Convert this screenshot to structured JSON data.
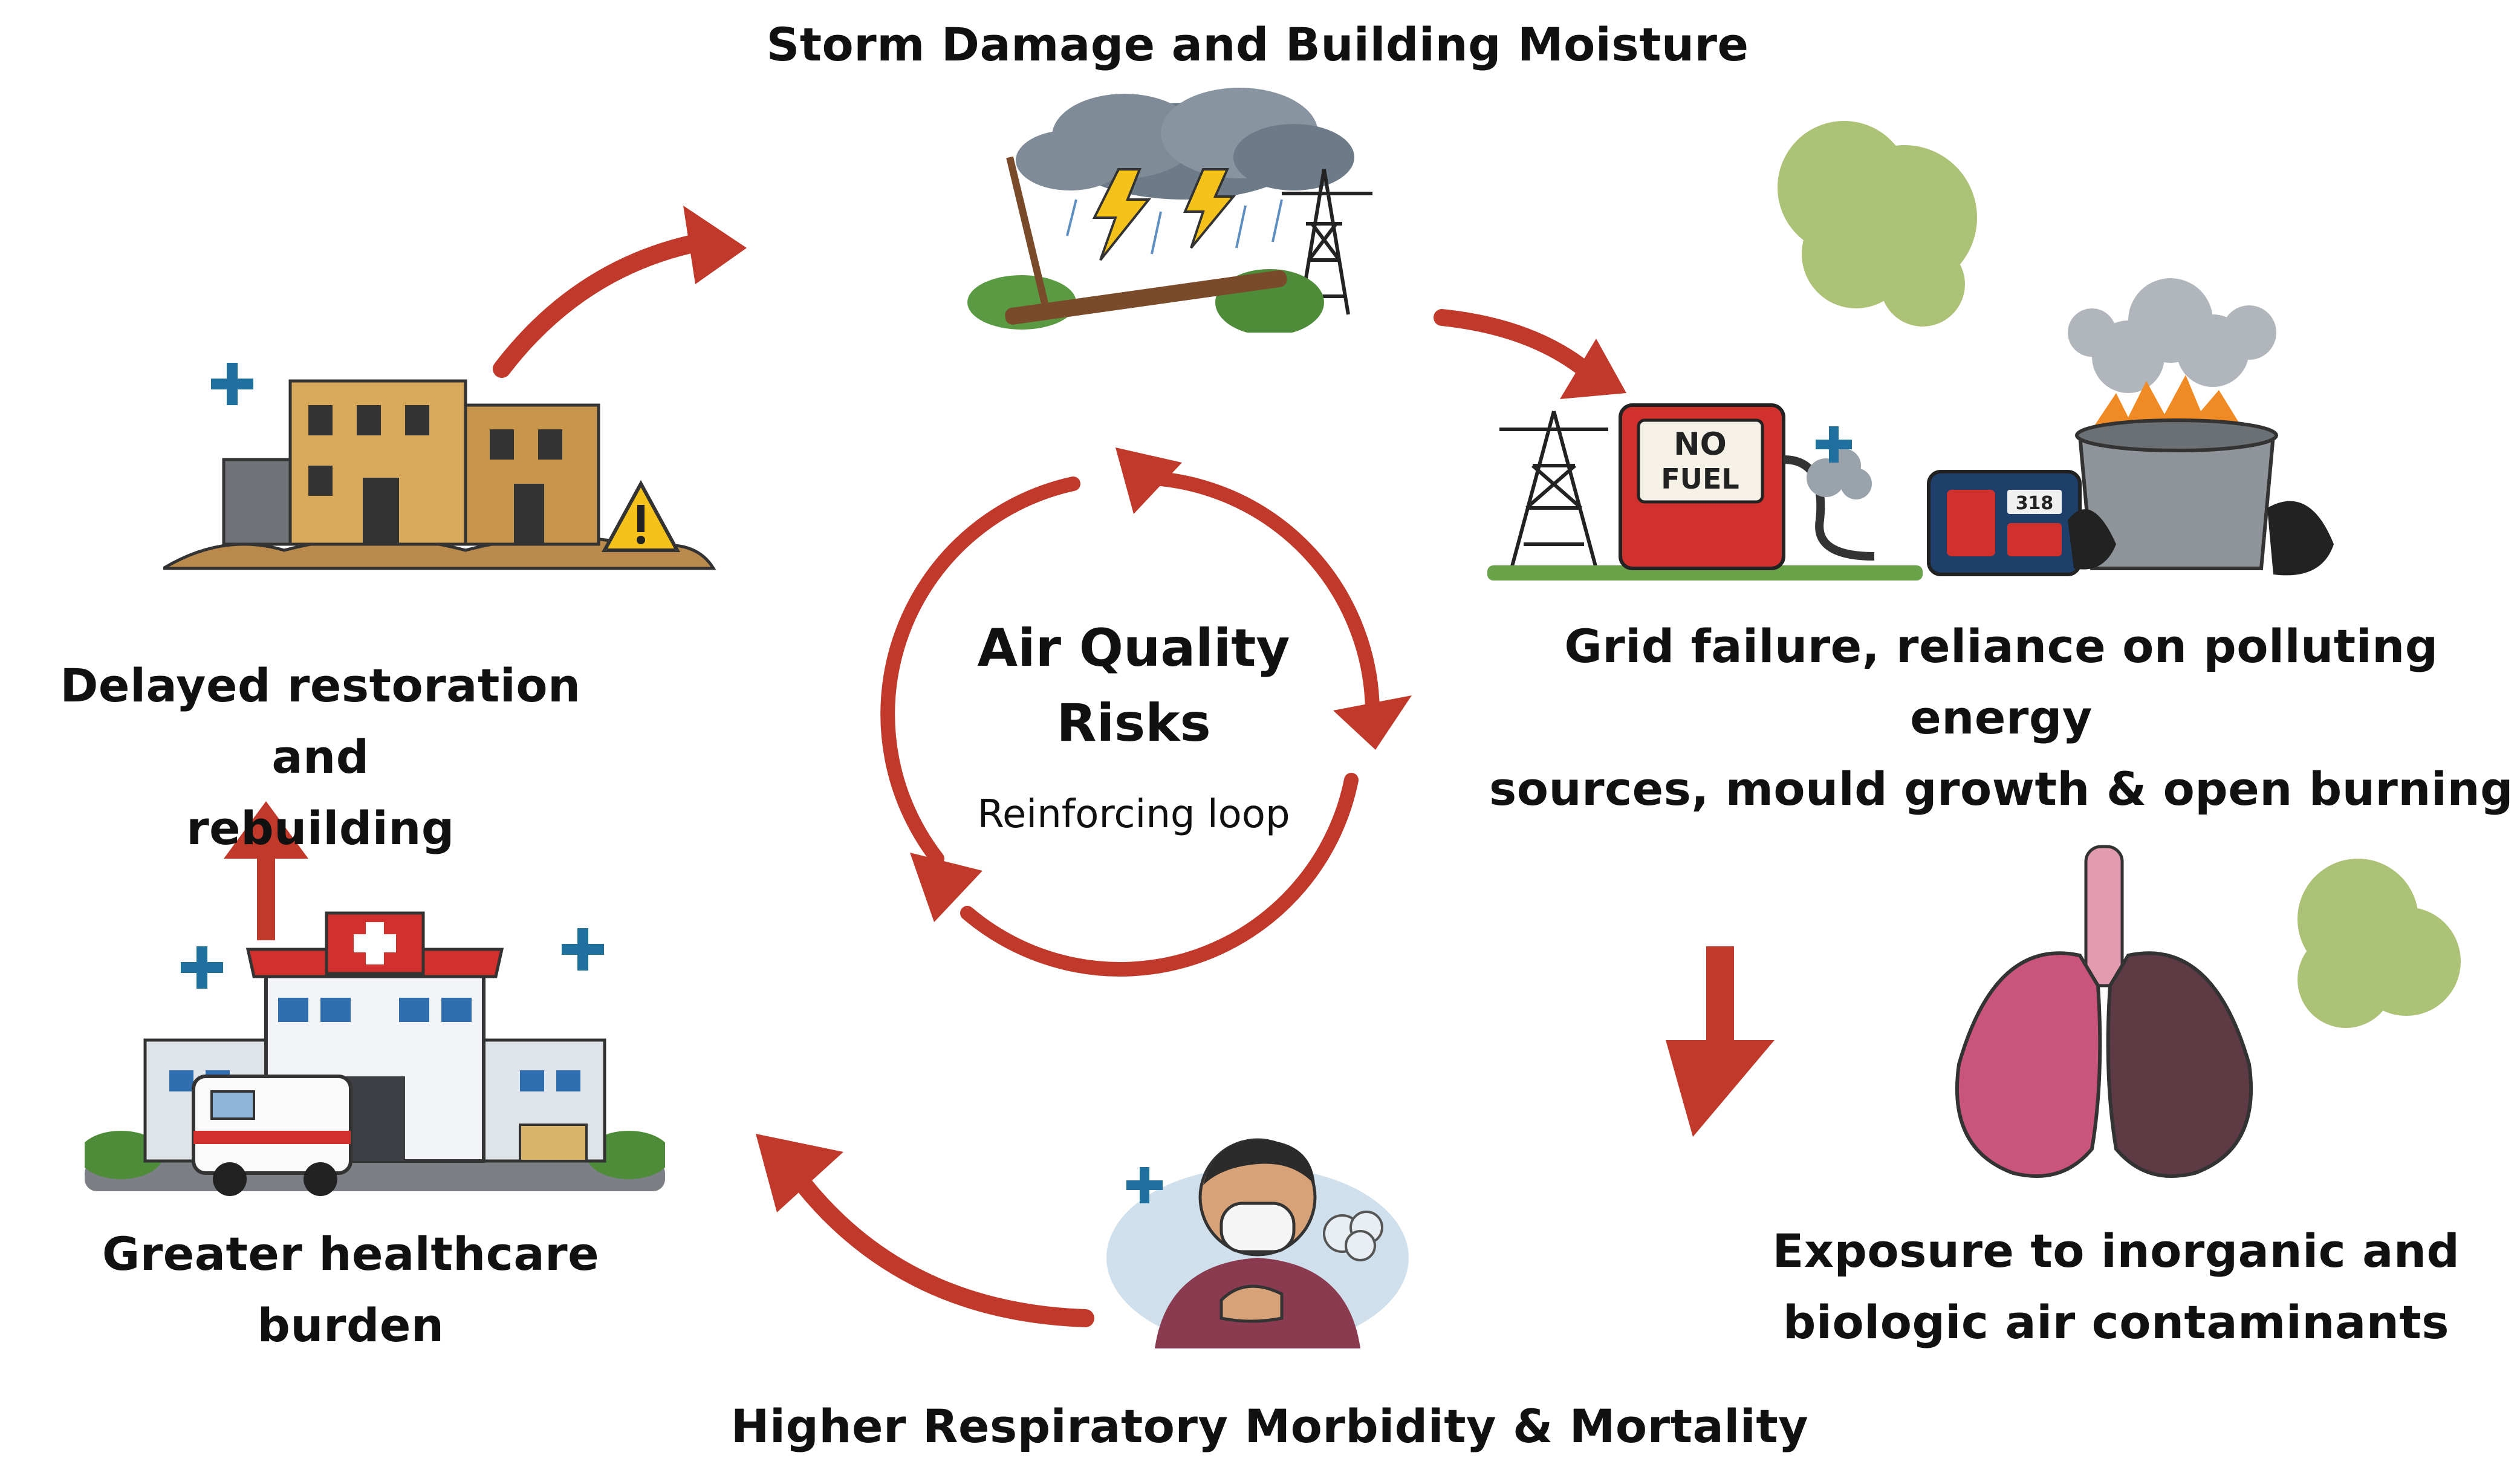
{
  "center": {
    "title_line1": "Air Quality",
    "title_line2": "Risks",
    "subtitle": "Reinforcing loop"
  },
  "stages": {
    "storm": {
      "label": "Storm Damage and Building Moisture"
    },
    "grid": {
      "label_line1": "Grid failure, reliance on polluting energy",
      "label_line2": "sources, mould growth & open burning",
      "sign_line1": "NO",
      "sign_line2": "FUEL",
      "generator_display": "318"
    },
    "exposure": {
      "label_line1": "Exposure to inorganic and",
      "label_line2": "biologic air contaminants"
    },
    "respiratory": {
      "label": "Higher Respiratory Morbidity & Mortality"
    },
    "healthcare": {
      "label": "Greater healthcare burden"
    },
    "restoration": {
      "label_line1": "Delayed restoration and",
      "label_line2": "rebuilding"
    }
  },
  "colors": {
    "arrow_red": "#c0392b",
    "cross_blue": "#1f6f9f",
    "smoke_green": "#8fae4a"
  }
}
